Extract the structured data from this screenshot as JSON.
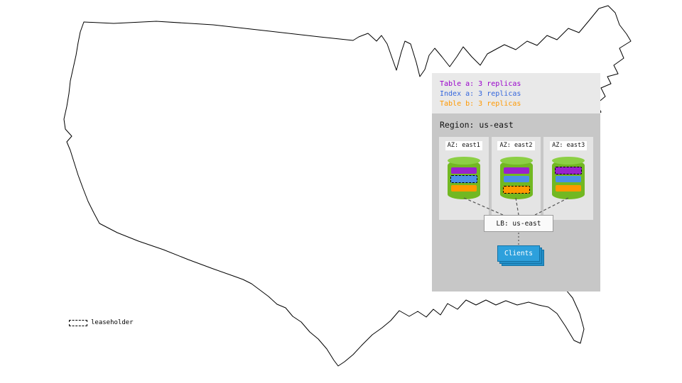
{
  "legend": {
    "items": [
      {
        "label": "Table a: 3 replicas",
        "color": "#9900cc"
      },
      {
        "label": "Index a: 3 replicas",
        "color": "#3366dd"
      },
      {
        "label": "Table b: 3 replicas",
        "color": "#ff9900"
      }
    ]
  },
  "region": {
    "title": "Region: us-east",
    "azs": [
      {
        "label": "AZ: east1"
      },
      {
        "label": "AZ: east2"
      },
      {
        "label": "AZ: east3"
      }
    ],
    "lb_label": "LB: us-east",
    "clients_label": "Clients"
  },
  "map_key": {
    "leaseholder_label": "leaseholder"
  },
  "colors": {
    "table_a": "#9922cc",
    "index_a": "#4a90e8",
    "table_b": "#ff9900",
    "cylinder_body": "#72b822",
    "cylinder_top": "#8ccf44",
    "clients_fill": "#2da0dc",
    "clients_stack": "#2490c9",
    "panel_bg": "#e9e9e9",
    "region_bg": "#c7c7c7",
    "az_bg": "#e4e4e4"
  }
}
